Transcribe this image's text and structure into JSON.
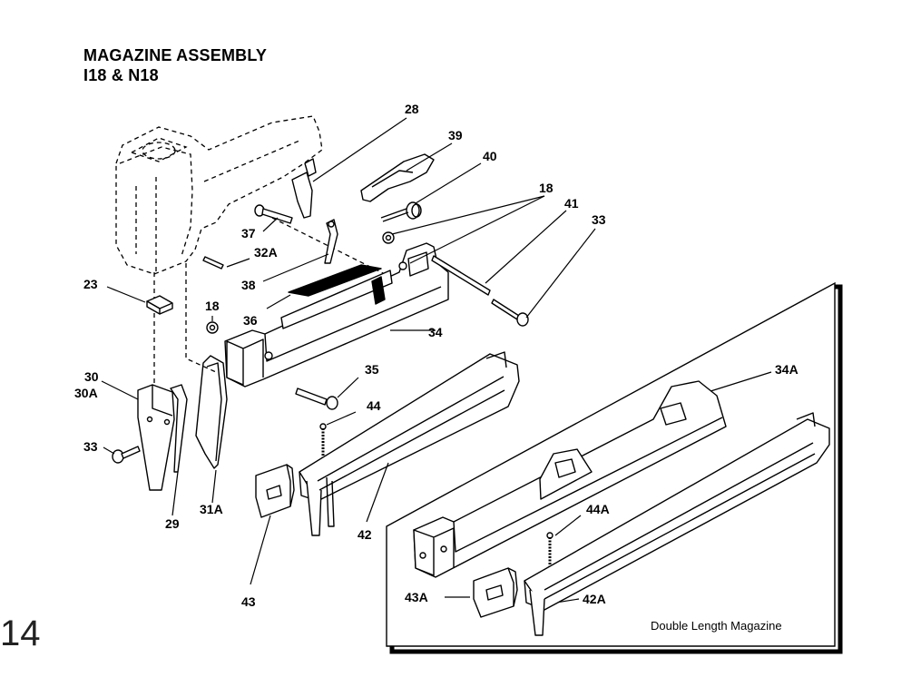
{
  "title_line1": "MAGAZINE ASSEMBLY",
  "title_line2": "I18 & N18",
  "page_number": "14",
  "inset_caption": "Double Length Magazine",
  "callouts": {
    "c28": "28",
    "c39": "39",
    "c40": "40",
    "c18a": "18",
    "c41": "41",
    "c33a": "33",
    "c37": "37",
    "c32A": "32A",
    "c38": "38",
    "c23": "23",
    "c18b": "18",
    "c36": "36",
    "c34": "34",
    "c35": "35",
    "c44": "44",
    "c30": "30",
    "c30A": "30A",
    "c33b": "33",
    "c31A": "31A",
    "c29": "29",
    "c42": "42",
    "c43": "43",
    "c34A": "34A",
    "c44A": "44A",
    "c43A": "43A",
    "c42A": "42A"
  }
}
